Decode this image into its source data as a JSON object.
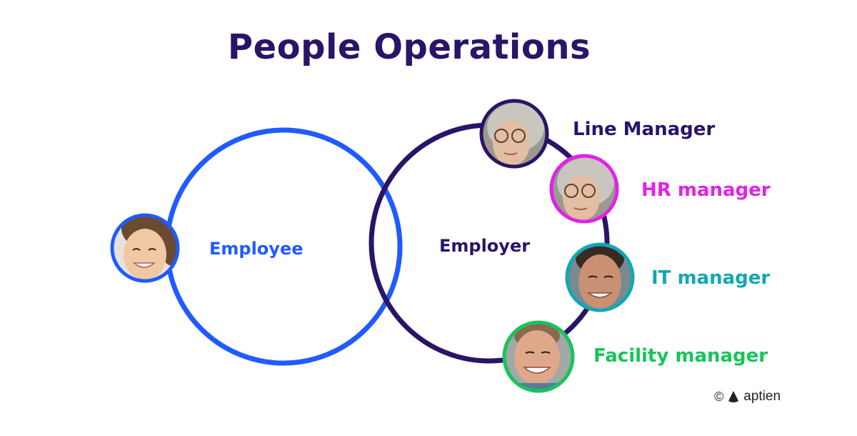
{
  "title": "People Operations",
  "circles": {
    "employee": "Employee",
    "employer": "Employer"
  },
  "roles": {
    "line_manager": "Line Manager",
    "hr_manager": "HR manager",
    "it_manager": "IT manager",
    "facility_manager": "Facility manager"
  },
  "footer": {
    "copyright_symbol": "©",
    "brand": "aptien"
  },
  "colors": {
    "title": "#2a1468",
    "employee": "#1f5bff",
    "employer": "#2a1468",
    "hr_manager": "#e023e6",
    "it_manager": "#12a7b4",
    "facility_manager": "#18c45a"
  }
}
